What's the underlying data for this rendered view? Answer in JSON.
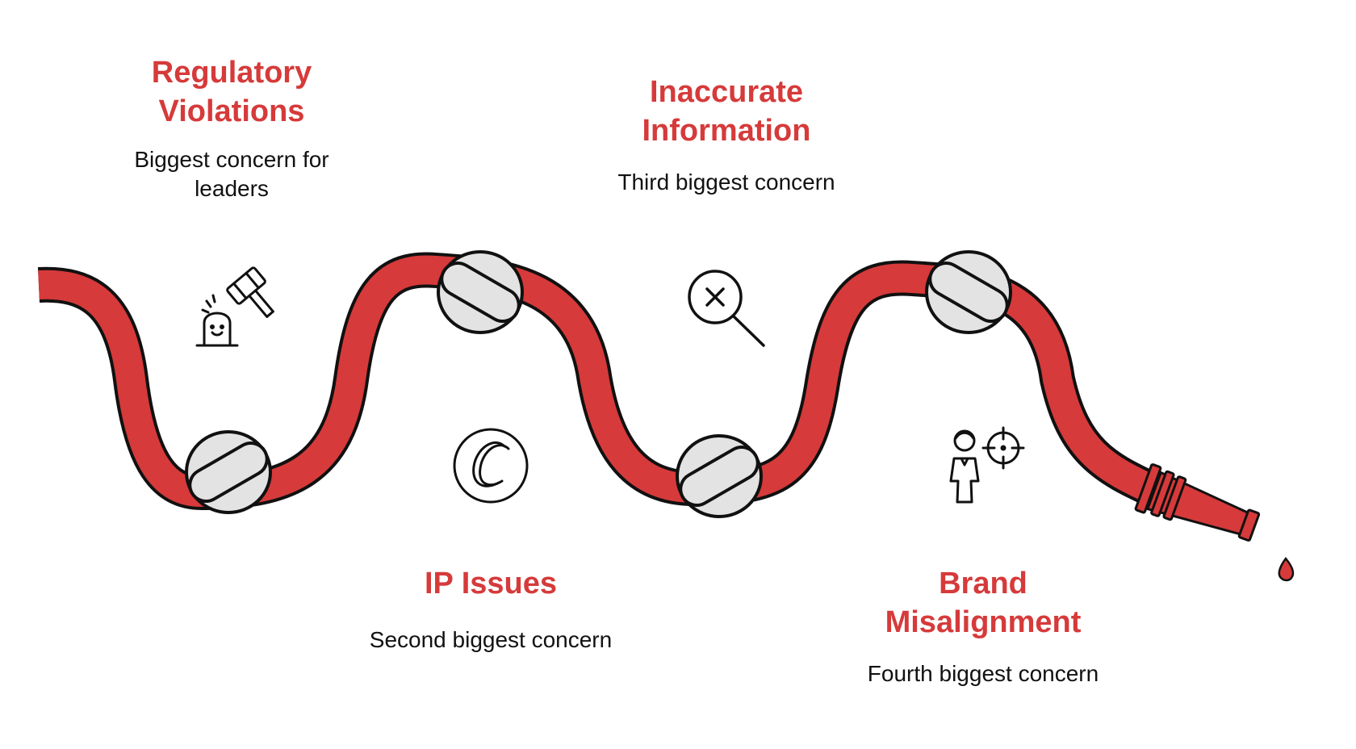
{
  "colors": {
    "hose": "#d63a3a",
    "knot": "#e3e3e3",
    "outline": "#111111",
    "title": "#d63a3a",
    "text": "#111111"
  },
  "concerns": [
    {
      "title": "Regulatory\nViolations",
      "description": "Biggest concern for\nleaders",
      "icon": "gavel-icon"
    },
    {
      "title": "IP Issues",
      "description": "Second biggest concern",
      "icon": "copyright-icon"
    },
    {
      "title": "Inaccurate\nInformation",
      "description": "Third biggest concern",
      "icon": "magnifier-x-icon"
    },
    {
      "title": "Brand\nMisalignment",
      "description": "Fourth biggest concern",
      "icon": "person-target-icon"
    }
  ]
}
